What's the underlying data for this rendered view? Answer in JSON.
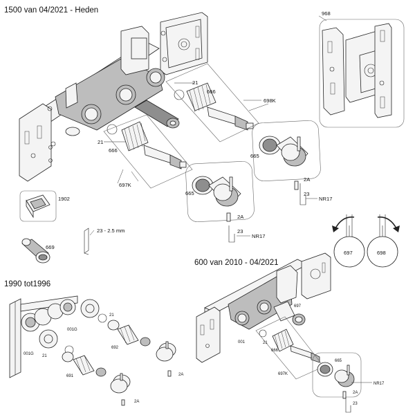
{
  "headings": {
    "main": "1500 van 04/2021 - Heden",
    "variant_600": "600 van 2010 - 04/2021",
    "variant_1990": "1990 tot1996"
  },
  "labels": {
    "p968": "968",
    "p21a": "21",
    "p666a": "666",
    "p698k": "698K",
    "p21b": "21",
    "p666b": "666",
    "p697k": "697K",
    "p665a": "665",
    "p2a_a": "2A",
    "p23a": "23",
    "nr17a": "NR17",
    "p665b": "665",
    "p2a_b": "2A",
    "p23b": "23",
    "nr17b": "NR17",
    "p1902": "1902",
    "p23key": "23 - 2.5 mm",
    "p669": "669",
    "rot697": "697",
    "rot698": "698",
    "s600_697": "697",
    "s600_001a": "001",
    "s600_21": "21",
    "s600_666": "666",
    "s600_697k": "697K",
    "s600_665": "665",
    "s600_nr17": "NR17",
    "s600_2a": "2A",
    "s600_23": "23",
    "s1990_21a": "21",
    "s1990_001g_a": "001G",
    "s1990_692": "692",
    "s1990_001g_b": "001G",
    "s1990_21b": "21",
    "s1990_691": "691",
    "s1990_2a_a": "2A",
    "s1990_2a_b": "2A"
  }
}
